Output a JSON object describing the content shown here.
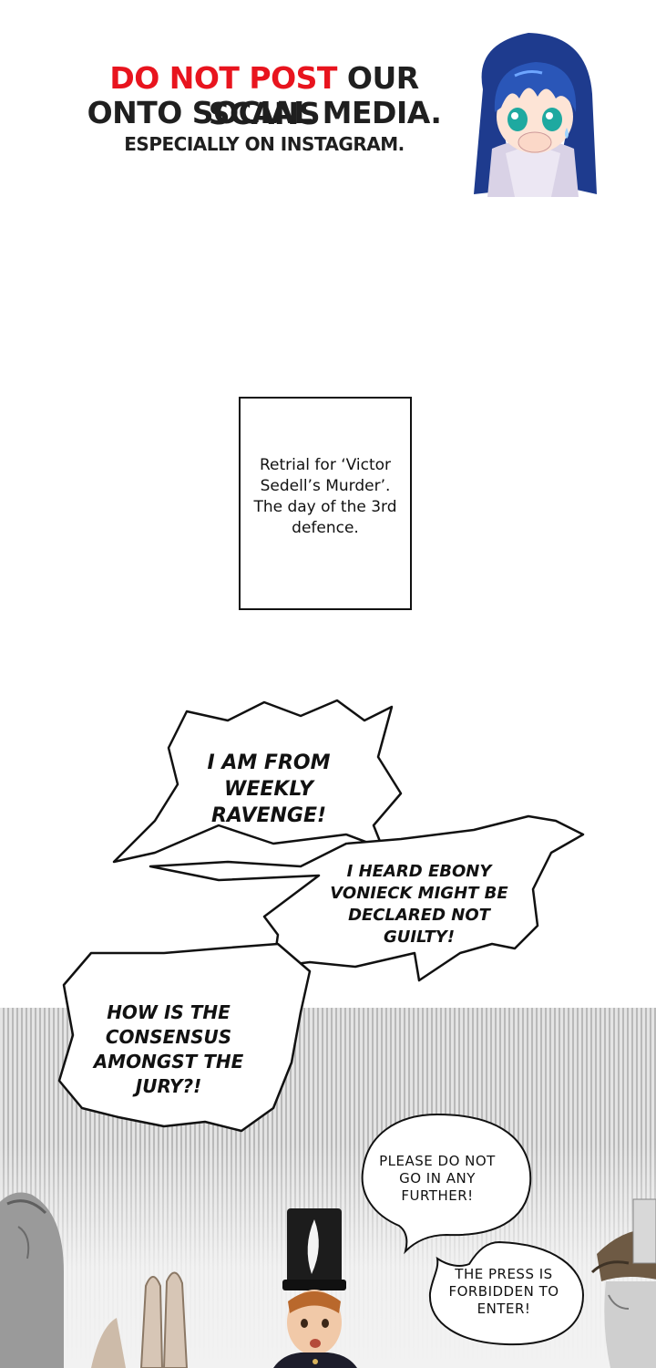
{
  "banner": {
    "warning_red": "DO NOT POST",
    "warning_rest": " OUR SCANS",
    "line2": "ONTO SOCIAL MEDIA.",
    "line3": "ESPECIALLY ON INSTAGRAM.",
    "colors": {
      "red": "#e8141e",
      "text": "#1f1f1f"
    }
  },
  "caption": {
    "text": "Retrial for ‘Victor Sedell’s Murder’. The day of the 3rd defence."
  },
  "bubbles": [
    {
      "text": "I AM FROM WEEKLY RAVENGE!"
    },
    {
      "text": "I HEARD EBONY VONIECK MIGHT BE DECLARED NOT GUILTY!"
    },
    {
      "text": "HOW IS THE CONSENSUS AMONGST THE JURY?!"
    },
    {
      "text": "PLEASE DO NOT GO IN ANY FURTHER!"
    },
    {
      "text": "THE PRESS IS FORBIDDEN TO ENTER!"
    }
  ]
}
